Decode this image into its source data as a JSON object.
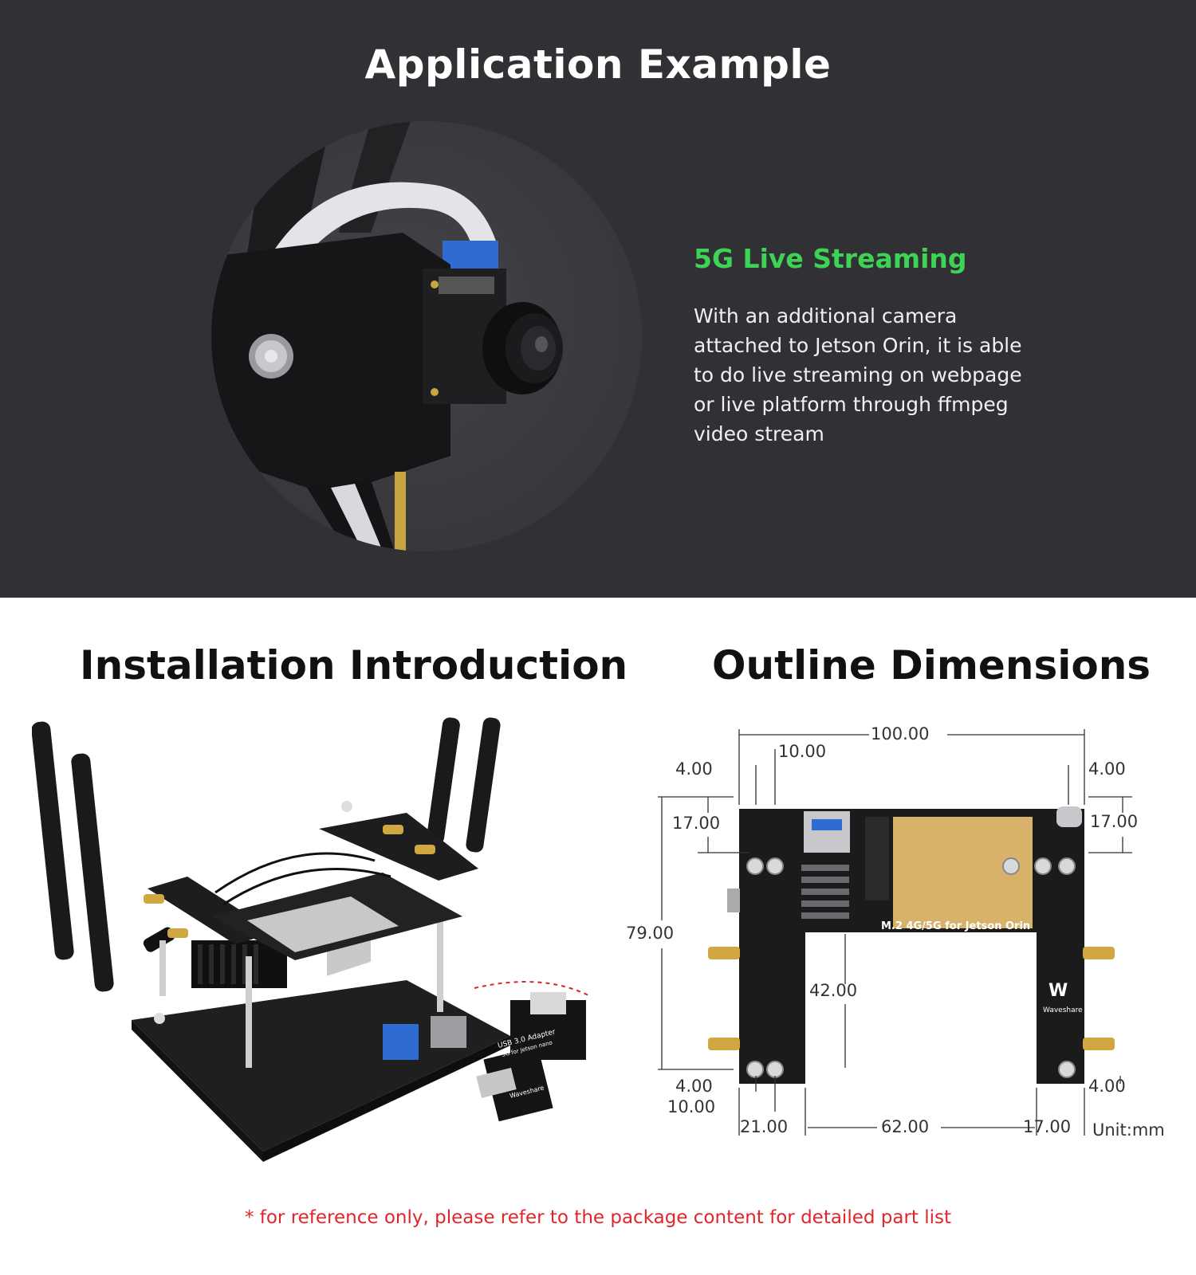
{
  "top_section": {
    "title": "Application Example",
    "feature_title": "5G Live Streaming",
    "feature_desc": "With an additional camera attached to Jetson Orin, it is able to do live streaming on webpage or live platform through ffmpeg video stream"
  },
  "installation": {
    "title": "Installation Introduction",
    "adapter_label": "USB 3.0 Adapter",
    "adapter_sub": "5G for Jetson nano",
    "brand": "Waveshare"
  },
  "outline": {
    "title": "Outline Dimensions",
    "board_label": "M.2 4G/5G for Jetson Orin",
    "brand": "Waveshare",
    "unit": "Unit:mm",
    "dims": {
      "total_width": "100.00",
      "left_top_offset": "10.00",
      "left_edge_top": "4.00",
      "right_edge_top": "4.00",
      "left_hole_top": "17.00",
      "right_hole_top": "17.00",
      "height": "79.00",
      "inner_height": "42.00",
      "left_edge_bottom": "4.00",
      "left_hole_bottom": "10.00",
      "right_edge_bottom": "4.00",
      "leg_left": "21.00",
      "gap": "62.00",
      "leg_right": "17.00"
    }
  },
  "footnote": "* for reference only, please refer to the package content for detailed part list"
}
